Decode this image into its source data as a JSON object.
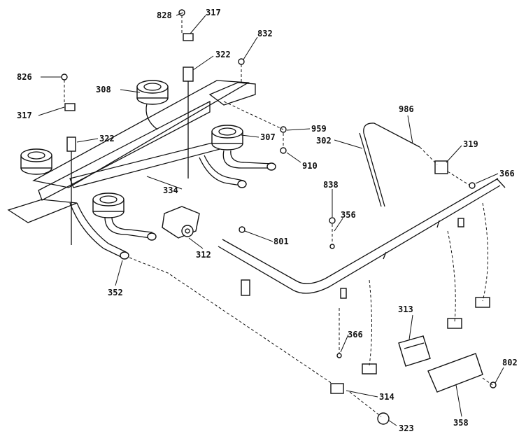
{
  "labels": {
    "l828": "828",
    "l317a": "317",
    "l832": "832",
    "l322a": "322",
    "l826": "826",
    "l308": "308",
    "l317b": "317",
    "l322b": "322",
    "l959": "959",
    "l307": "307",
    "l910": "910",
    "l302": "302",
    "l986": "986",
    "l319": "319",
    "l366a": "366",
    "l838": "838",
    "l356": "356",
    "l334": "334",
    "l801": "801",
    "l312": "312",
    "l352": "352",
    "l313": "313",
    "l366b": "366",
    "l802": "802",
    "l314": "314",
    "l358": "358",
    "l323": "323"
  }
}
